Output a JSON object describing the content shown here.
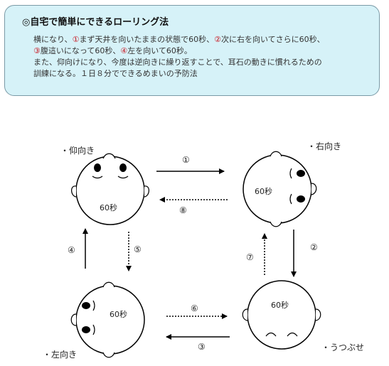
{
  "title": "◎自宅で簡単にできるローリング法",
  "instructions": {
    "line1": [
      {
        "t": "横になり、",
        "n": false
      },
      {
        "t": "①",
        "n": true
      },
      {
        "t": "まず天井を向いたままの状態で60秒、",
        "n": false
      },
      {
        "t": "②",
        "n": true
      },
      {
        "t": "次に右を向いてさらに60秒、",
        "n": false
      }
    ],
    "line2": [
      {
        "t": "③",
        "n": true
      },
      {
        "t": "腹這いになって60秒、",
        "n": false
      },
      {
        "t": "④",
        "n": true
      },
      {
        "t": "左を向いて60秒。",
        "n": false
      }
    ],
    "line3": "また、仰向けになり、今度は逆向きに繰り返すことで、耳石の動きに慣れるための",
    "line4": "訓練になる。１日８分でできるめまいの予防法"
  },
  "positions": {
    "supine": "・仰向き",
    "right": "・右向き",
    "prone": "・うつぶせ",
    "left": "・左向き"
  },
  "duration": "60秒",
  "steps": [
    "①",
    "②",
    "③",
    "④",
    "⑤",
    "⑥",
    "⑦",
    "⑧"
  ],
  "colors": {
    "panel_bg": "#d6f2f8",
    "step_number": "#c8141e"
  }
}
